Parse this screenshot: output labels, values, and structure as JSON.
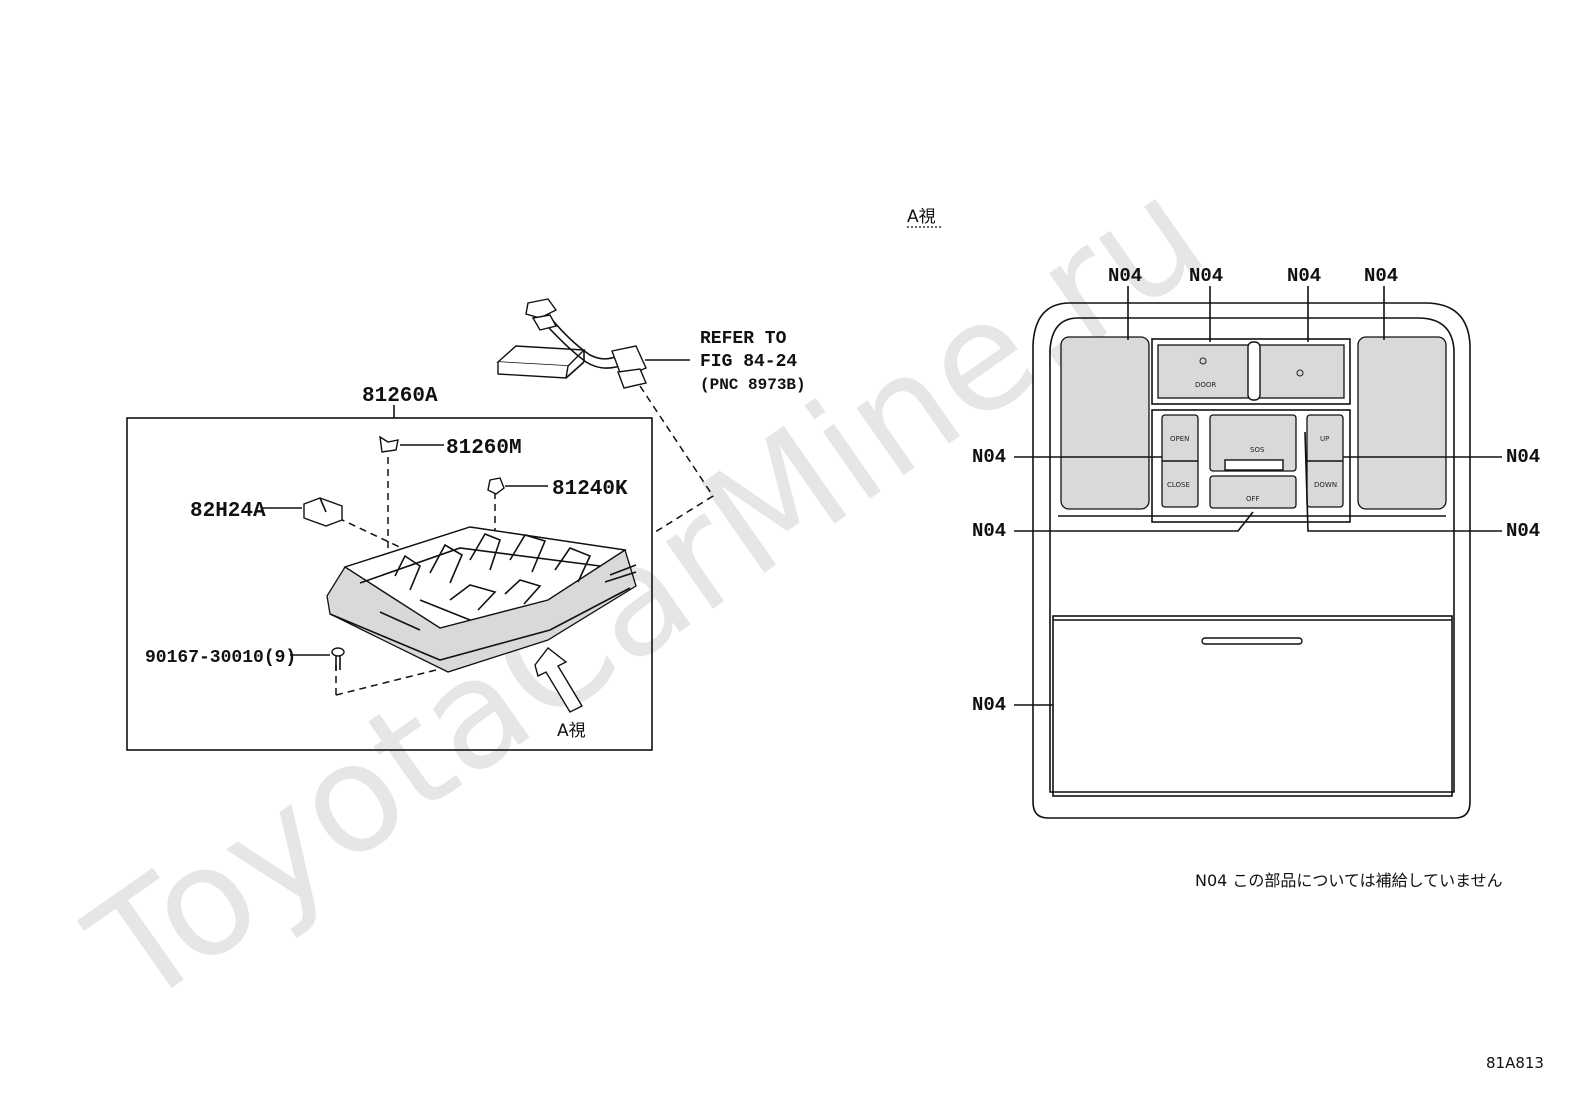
{
  "watermark": "ToyotaCarMine.ru",
  "left": {
    "box_label": "81260A",
    "clip_label": "81260M",
    "bulb_label": "81240K",
    "bracket_label": "82H24A",
    "screw_label": "90167-30010(9)",
    "view_arrow_label": "A視",
    "refer_line1": "REFER TO",
    "refer_line2": "FIG 84-24",
    "refer_line3": "(PNC 8973B)"
  },
  "right": {
    "view_title": "A視",
    "n04_label": "N04",
    "button_texts": {
      "door": "DOOR",
      "open": "OPEN",
      "close": "CLOSE",
      "sos": "SOS",
      "off": "OFF",
      "up": "UP",
      "down": "DOWN"
    },
    "note": "N04 この部品については補給していません"
  },
  "figure_code": "81A813"
}
